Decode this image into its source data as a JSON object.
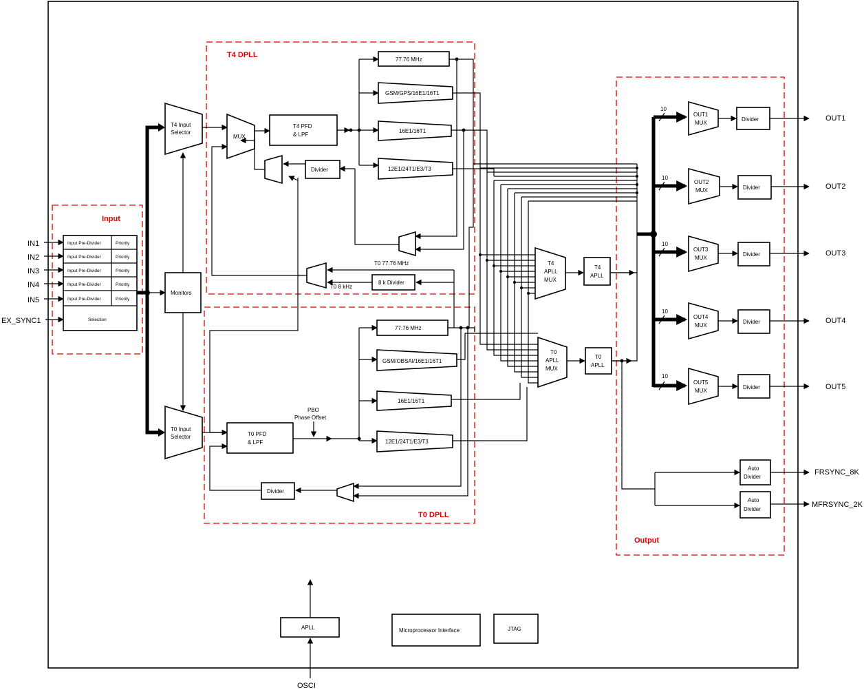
{
  "regions": {
    "input": "Input",
    "t4dpll": "T4 DPLL",
    "t0dpll": "T0 DPLL",
    "output": "Output"
  },
  "inputs": [
    "IN1",
    "IN2",
    "IN3",
    "IN4",
    "IN5"
  ],
  "ex_sync": "EX_SYNC1",
  "input_table": {
    "prediv": "Input Pre-Divider",
    "priority": "Priority",
    "selection": "Selection"
  },
  "monitors": "Monitors",
  "t4_selector": [
    "T4 Input",
    "Selector"
  ],
  "t0_selector": [
    "T0 Input",
    "Selector"
  ],
  "t4": {
    "mux": "MUX",
    "pfd": [
      "T4 PFD",
      "& LPF"
    ],
    "divider": "Divider",
    "freqs": [
      "77.76 MHz",
      "GSM/GPS/16E1/16T1",
      "16E1/16T1",
      "12E1/24T1/E3/T3"
    ],
    "t0_7776": "T0 77.76 MHz",
    "t0_8k": "T0 8 kHz",
    "div8k": "8 k Divider"
  },
  "t0": {
    "pfd": [
      "T0 PFD",
      "& LPF"
    ],
    "pbo": [
      "PBO",
      "Phase Offset"
    ],
    "divider": "Divider",
    "freqs": [
      "77.76 MHz",
      "GSM/OBSAI/16E1/16T1",
      "16E1/16T1",
      "12E1/24T1/E3/T3"
    ]
  },
  "apll_mux_t4": [
    "T4",
    "APLL",
    "MUX"
  ],
  "apll_mux_t0": [
    "T0",
    "APLL",
    "MUX"
  ],
  "apll_t4": [
    "T4",
    "APLL"
  ],
  "apll_t0": [
    "T0",
    "APLL"
  ],
  "outputs": [
    {
      "pin": "OUT1",
      "mux": [
        "OUT1",
        "MUX"
      ],
      "divider": "Divider",
      "width": "10"
    },
    {
      "pin": "OUT2",
      "mux": [
        "OUT2",
        "MUX"
      ],
      "divider": "Divider",
      "width": "10"
    },
    {
      "pin": "OUT3",
      "mux": [
        "OUT3",
        "MUX"
      ],
      "divider": "Divider",
      "width": "10"
    },
    {
      "pin": "OUT4",
      "mux": [
        "OUT4",
        "MUX"
      ],
      "divider": "Divider",
      "width": "10"
    },
    {
      "pin": "OUT5",
      "mux": [
        "OUT5",
        "MUX"
      ],
      "divider": "Divider",
      "width": "10"
    }
  ],
  "frsync": {
    "pin": "FRSYNC_8K",
    "block": [
      "Auto",
      "Divider"
    ]
  },
  "mfrsync": {
    "pin": "MFRSYNC_2K",
    "block": [
      "Auto",
      "Divider"
    ]
  },
  "apll": "APLL",
  "osci": "OSCI",
  "microprocessor": "Microprocessor Interface",
  "jtag": "JTAG"
}
